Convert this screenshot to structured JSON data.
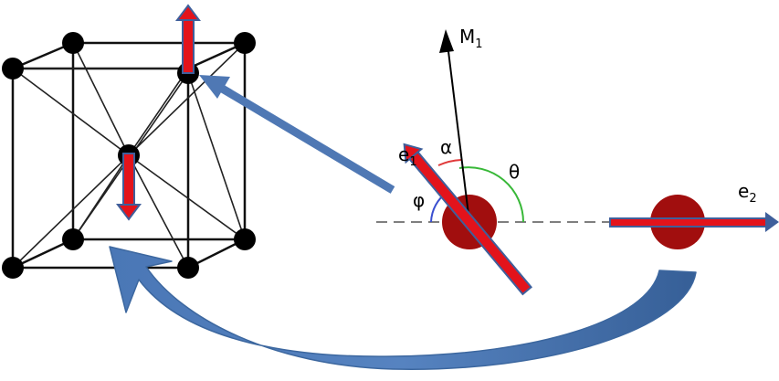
{
  "labels": {
    "m1": {
      "main": "M",
      "sub": "1"
    },
    "e1": {
      "main": "e",
      "sub": "1"
    },
    "e2": {
      "main": "e",
      "sub": "2"
    },
    "alpha": "α",
    "theta": "θ",
    "phi": "φ"
  },
  "colors": {
    "atom": "#000000",
    "lattice_line": "#000000",
    "dipole_fill": "#e3131b",
    "dipole_outline": "#3f5f9b",
    "big_arrow": "#4f78b4",
    "big_arrow_dark": "#2f5b92",
    "particle": "#a10e0e",
    "baseline": "#808080",
    "alpha_arc": "#e03a3a",
    "theta_arc": "#38b838",
    "phi_arc": "#3a4fd0"
  },
  "icons": {
    "lattice": "bcc-lattice-diagram",
    "pointer": "pointer-arrow",
    "curved": "curved-return-arrow"
  }
}
